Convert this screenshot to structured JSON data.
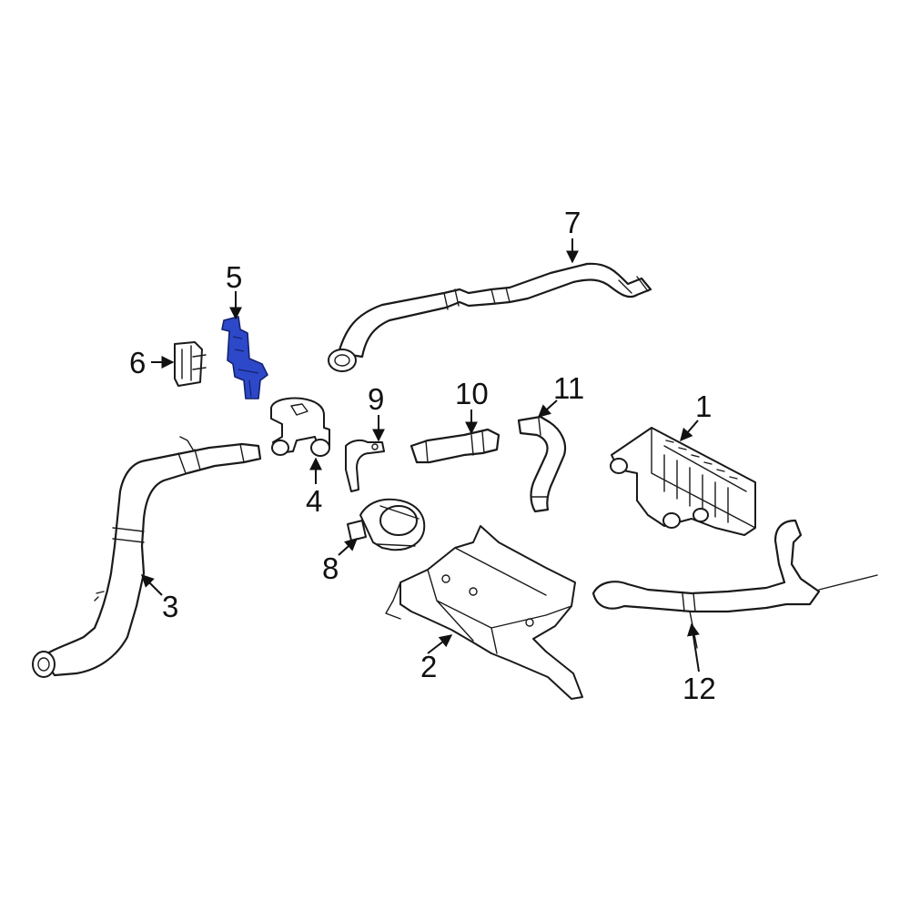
{
  "diagram": {
    "highlight_color": "#2d49c9",
    "callouts": [
      {
        "id": "1",
        "label": "1"
      },
      {
        "id": "2",
        "label": "2"
      },
      {
        "id": "3",
        "label": "3"
      },
      {
        "id": "4",
        "label": "4"
      },
      {
        "id": "5",
        "label": "5"
      },
      {
        "id": "6",
        "label": "6"
      },
      {
        "id": "7",
        "label": "7"
      },
      {
        "id": "8",
        "label": "8"
      },
      {
        "id": "9",
        "label": "9"
      },
      {
        "id": "10",
        "label": "10"
      },
      {
        "id": "11",
        "label": "11"
      },
      {
        "id": "12",
        "label": "12"
      }
    ]
  }
}
